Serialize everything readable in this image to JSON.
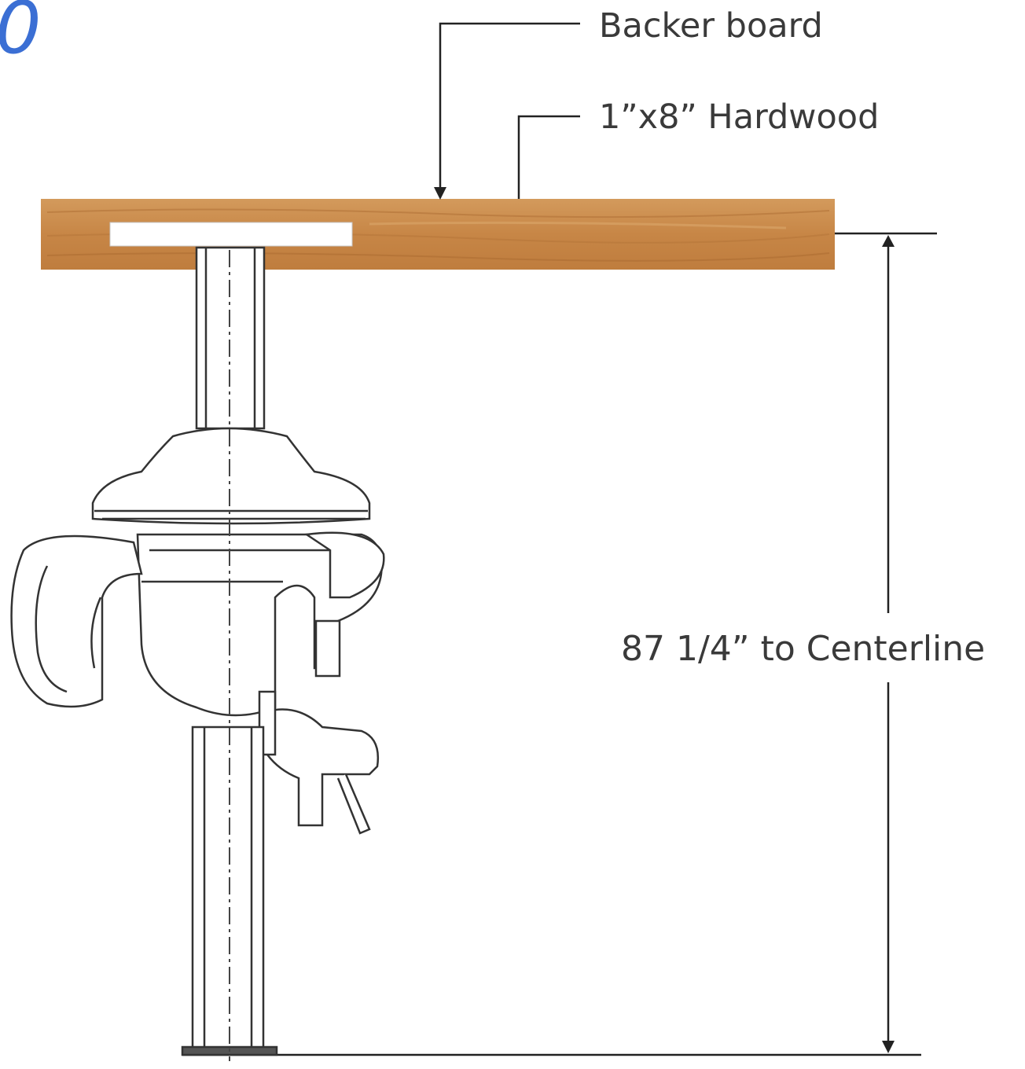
{
  "labels": {
    "backer_board": "Backer board",
    "hardwood": "1”x8” Hardwood",
    "dimension": "87 1/4” to Centerline",
    "corner_mark": "0"
  },
  "colors": {
    "wood": "#c98a4a",
    "wood_grain": "#b37338",
    "line": "#222222",
    "text": "#3a3a3a",
    "accent_mark": "#3b6fd4"
  }
}
